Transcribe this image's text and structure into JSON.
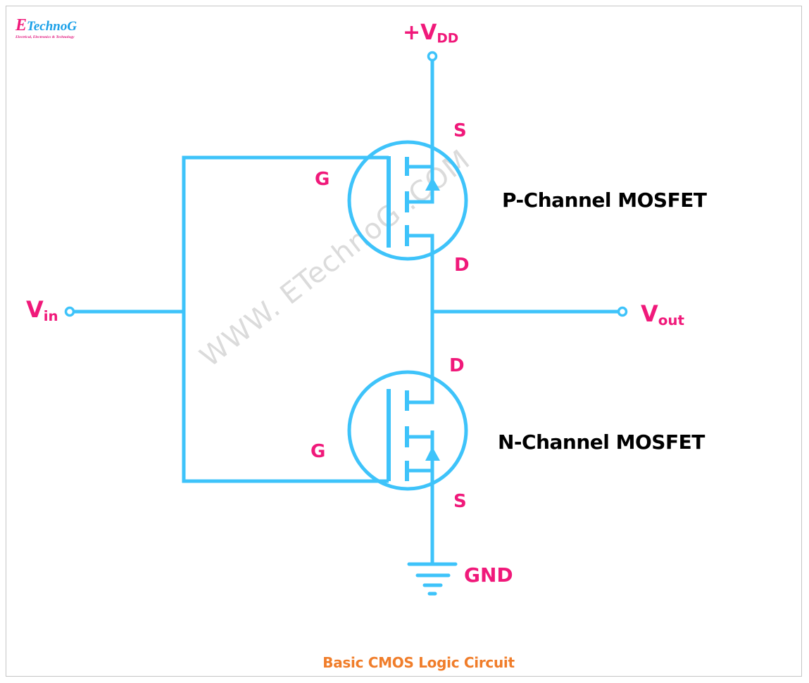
{
  "logo": {
    "initial": "E",
    "name": "TechnoG",
    "tagline": "Electrical, Electronics & Technology"
  },
  "colors": {
    "wire": "#3ec3fa",
    "label": "#f0197a",
    "caption": "#f07d2a",
    "text": "#000000",
    "border": "#c4c4c4"
  },
  "supply": {
    "prefix": "+V",
    "subscript": "DD"
  },
  "input": {
    "main": "V",
    "subscript": "in"
  },
  "output": {
    "main": "V",
    "subscript": "out"
  },
  "ground": {
    "label": "GND"
  },
  "pmos": {
    "title": "P-Channel MOSFET",
    "source": "S",
    "gate": "G",
    "drain": "D"
  },
  "nmos": {
    "title": "N-Channel MOSFET",
    "source": "S",
    "gate": "G",
    "drain": "D"
  },
  "watermark": "WWW. ETechnoG .COM",
  "caption": "Basic CMOS Logic Circuit"
}
